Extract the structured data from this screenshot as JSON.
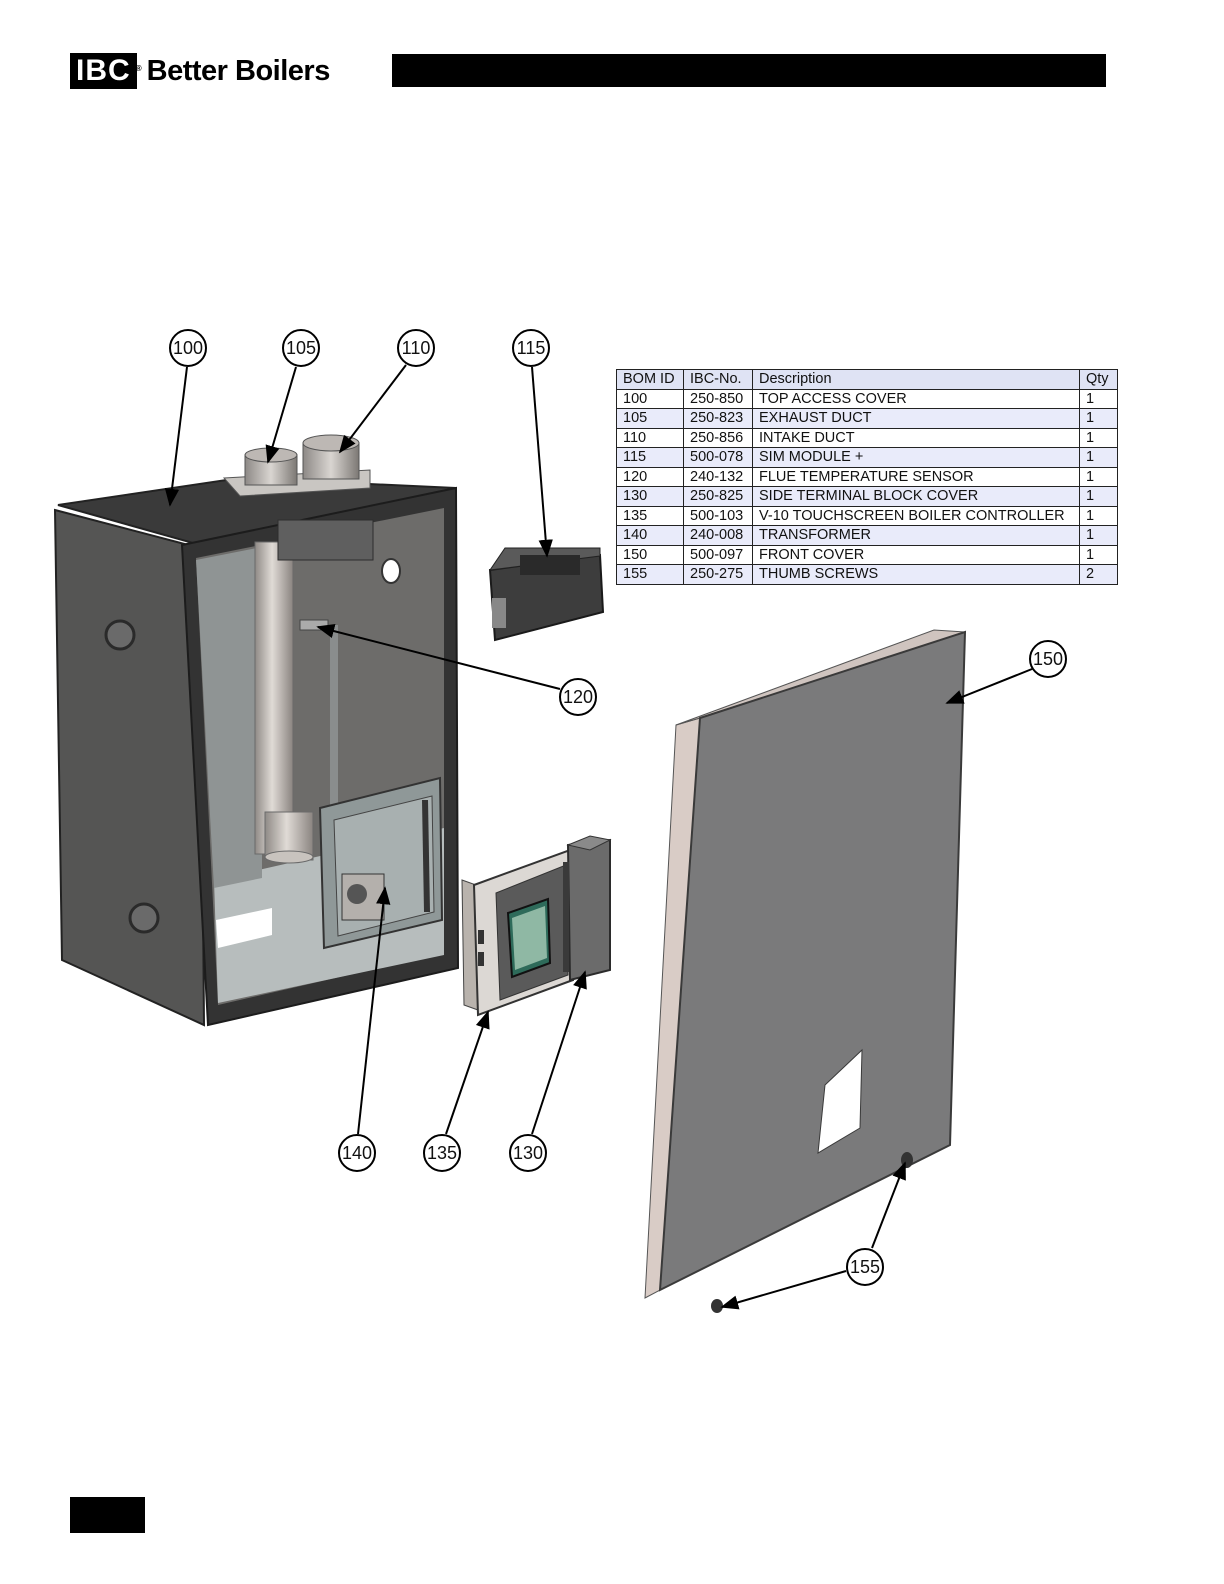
{
  "header": {
    "logo_mark": "IBC",
    "logo_text": "Better Boilers"
  },
  "bom": {
    "headers": [
      "BOM ID",
      "IBC-No.",
      "Description",
      "Qty"
    ],
    "rows": [
      {
        "id": "100",
        "part": "250-850",
        "desc": "TOP ACCESS COVER",
        "qty": "1"
      },
      {
        "id": "105",
        "part": "250-823",
        "desc": "EXHAUST DUCT",
        "qty": "1"
      },
      {
        "id": "110",
        "part": "250-856",
        "desc": "INTAKE DUCT",
        "qty": "1"
      },
      {
        "id": "115",
        "part": "500-078",
        "desc": "SIM MODULE +",
        "qty": "1"
      },
      {
        "id": "120",
        "part": "240-132",
        "desc": "FLUE TEMPERATURE SENSOR",
        "qty": "1"
      },
      {
        "id": "130",
        "part": "250-825",
        "desc": "SIDE TERMINAL BLOCK COVER",
        "qty": "1"
      },
      {
        "id": "135",
        "part": "500-103",
        "desc": "V-10 TOUCHSCREEN BOILER CONTROLLER",
        "qty": "1"
      },
      {
        "id": "140",
        "part": "240-008",
        "desc": "TRANSFORMER",
        "qty": "1"
      },
      {
        "id": "150",
        "part": "500-097",
        "desc": "FRONT COVER",
        "qty": "1"
      },
      {
        "id": "155",
        "part": "250-275",
        "desc": "THUMB SCREWS",
        "qty": "2"
      }
    ]
  },
  "callouts": {
    "c100": "100",
    "c105": "105",
    "c110": "110",
    "c115": "115",
    "c120": "120",
    "c130": "130",
    "c135": "135",
    "c140": "140",
    "c150": "150",
    "c155": "155"
  }
}
